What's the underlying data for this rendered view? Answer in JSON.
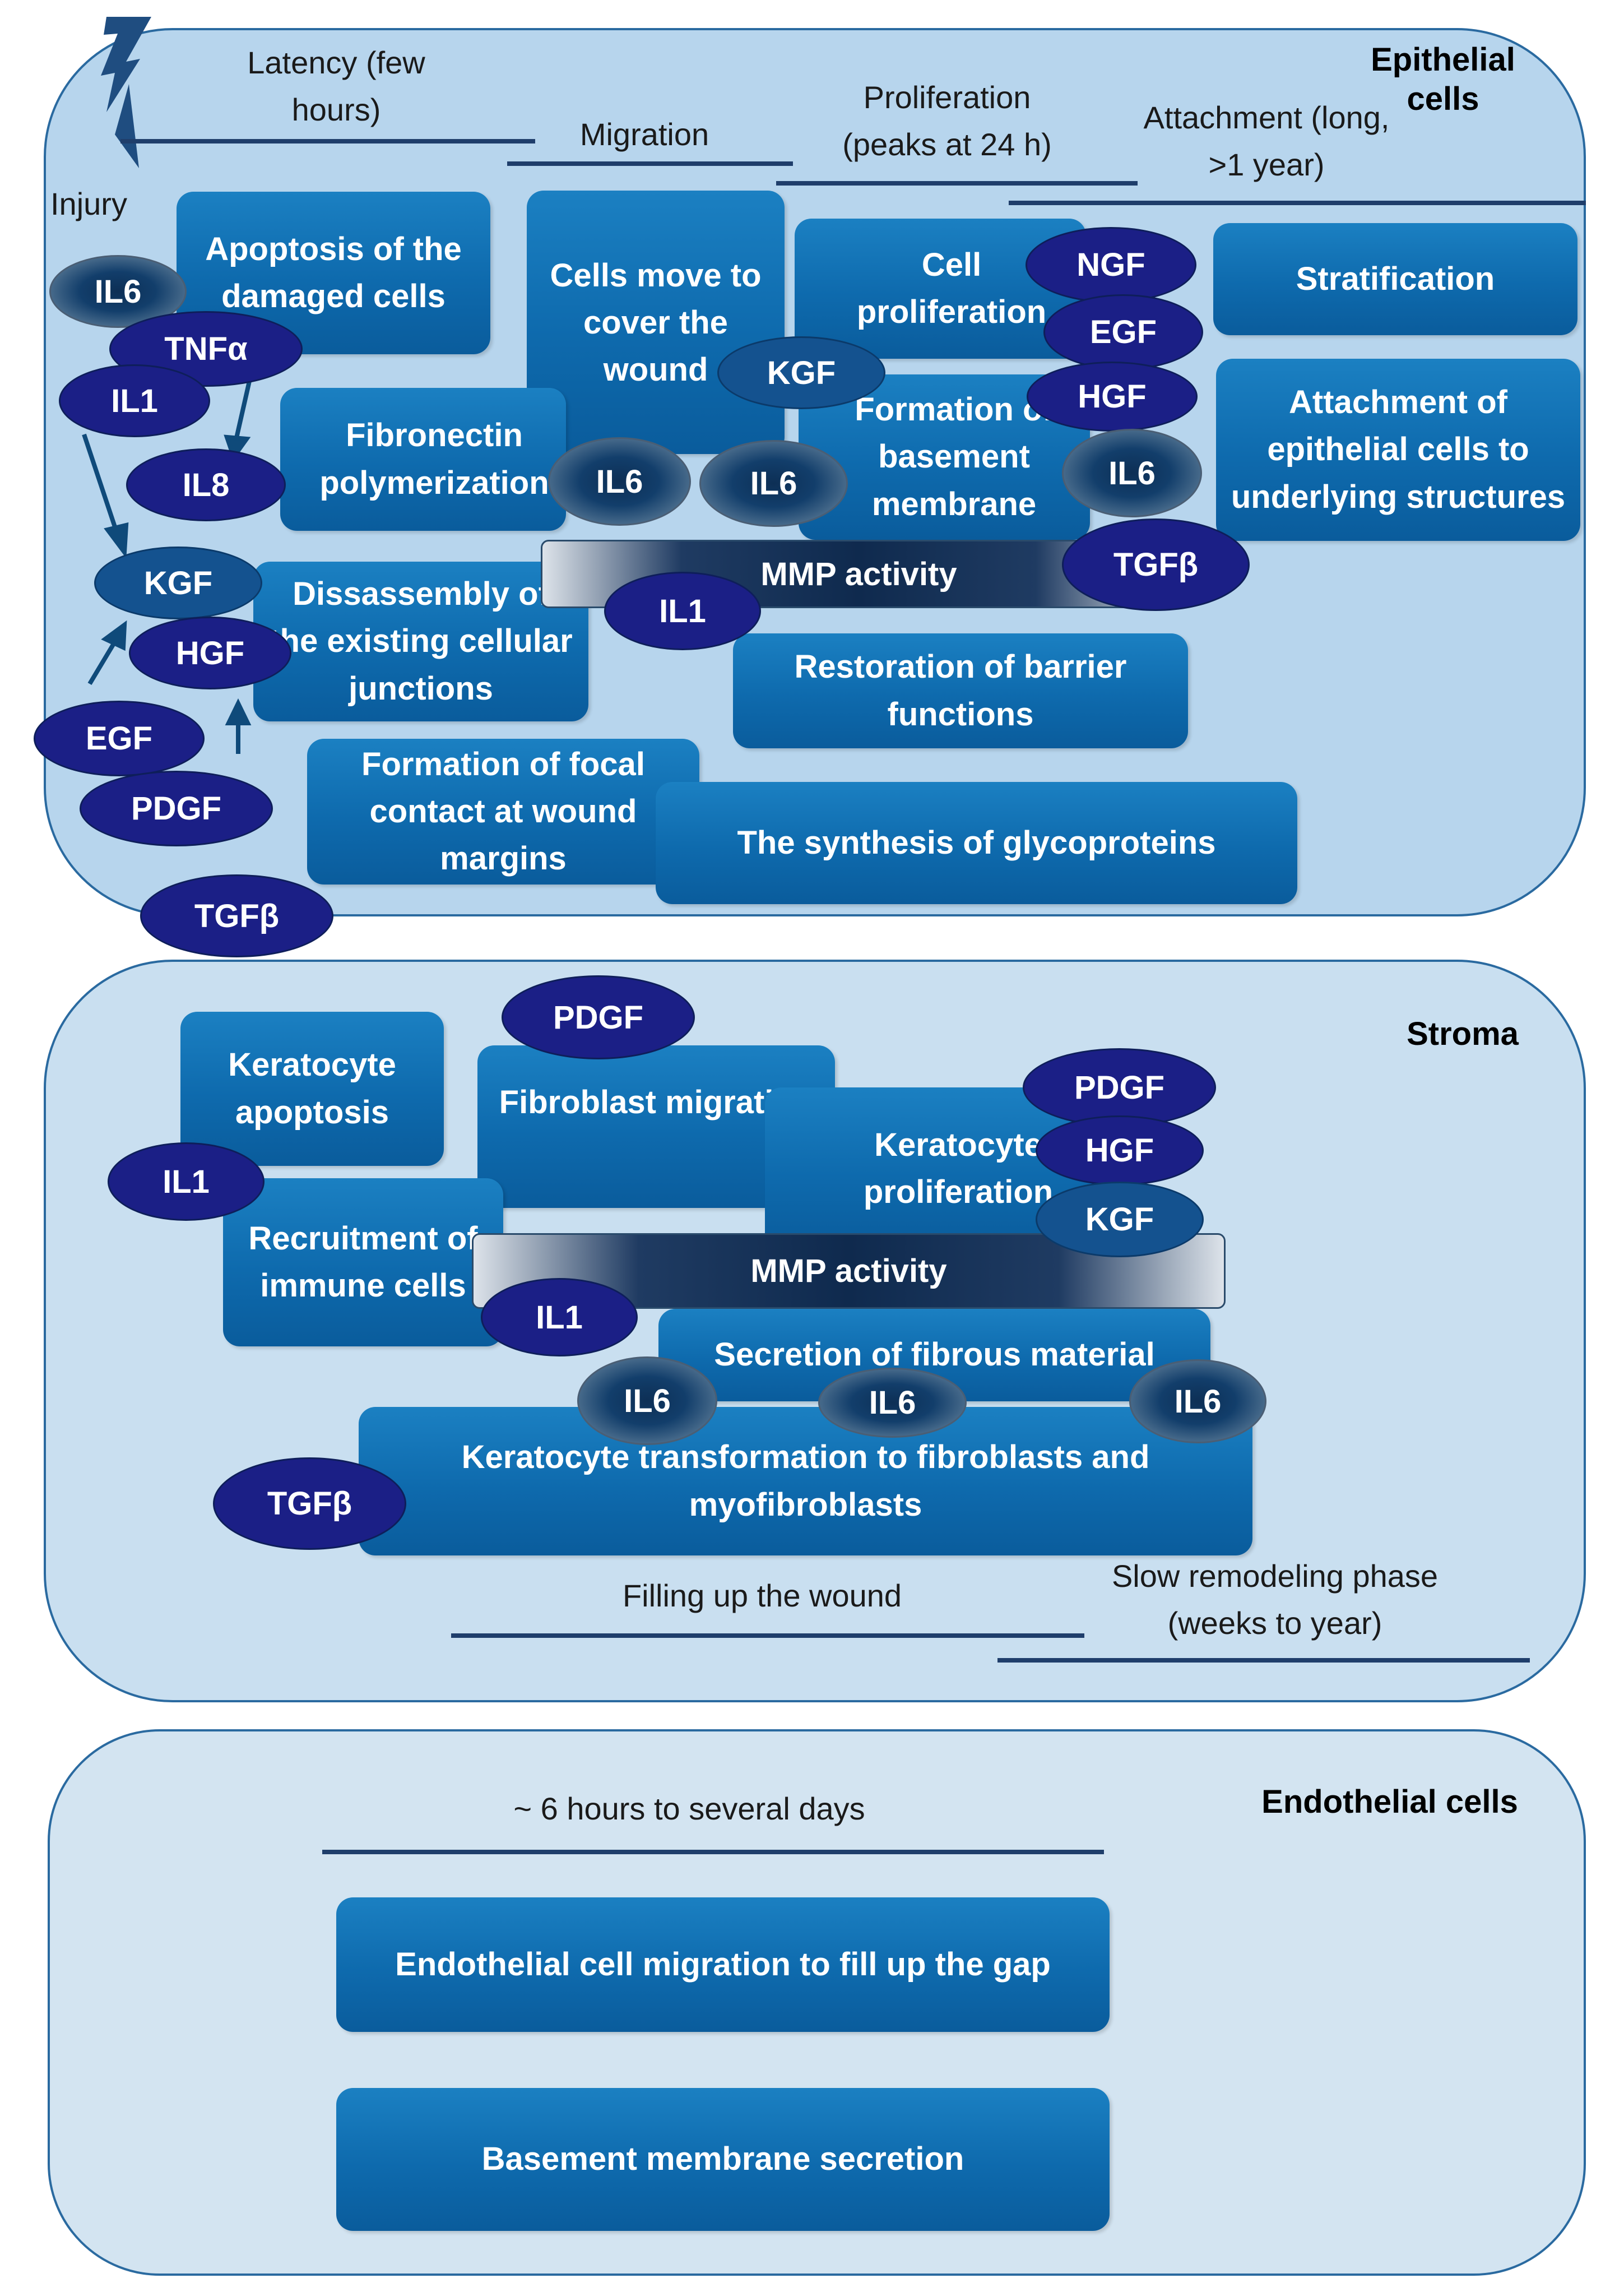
{
  "epithelial": {
    "title": "Epithelial cells",
    "injury_label": "Injury",
    "phases": [
      {
        "label": "Latency (few hours)"
      },
      {
        "label": "Migration"
      },
      {
        "label": "Proliferation (peaks at 24 h)"
      },
      {
        "label": "Attachment (long,   >1 year)"
      }
    ],
    "boxes": [
      "Apoptosis of the damaged cells",
      "Cells move to cover the wound",
      "Cell proliferation",
      "Stratification",
      "Fibronectin polymerization",
      "Formation of basement membrane",
      "Attachment of epithelial cells to underlying structures",
      "Dissassembly of the existing cellular junctions",
      "Restoration of barrier functions",
      "Formation of focal contact at wound margins",
      "The synthesis of glycoproteins"
    ],
    "mmp_label": "MMP activity",
    "factors": [
      "IL6",
      "TNFα",
      "IL1",
      "IL8",
      "KGF",
      "HGF",
      "EGF",
      "PDGF",
      "TGFβ",
      "KGF",
      "IL6",
      "IL6",
      "NGF",
      "EGF",
      "HGF",
      "IL6",
      "TGFβ",
      "IL1"
    ]
  },
  "stroma": {
    "title": "Stroma",
    "boxes": [
      "Keratocyte apoptosis",
      "Fibroblast migration",
      "Keratocyte proliferation",
      "Recruitment of immune cells",
      "Secretion of fibrous material",
      "Keratocyte transformation to fibroblasts and myofibroblasts"
    ],
    "mmp_label": "MMP activity",
    "factors": [
      "PDGF",
      "PDGF",
      "HGF",
      "KGF",
      "IL1",
      "IL1",
      "IL6",
      "IL6",
      "IL6",
      "TGFβ"
    ],
    "phases": [
      {
        "label": "Filling up the wound"
      },
      {
        "label": "Slow remodeling phase (weeks to year)"
      }
    ]
  },
  "endothelial": {
    "title": "Endothelial cells",
    "phase_label": "~ 6 hours to several days",
    "boxes": [
      "Endothelial cell migration to fill  up the gap",
      "Basement membrane secretion"
    ]
  }
}
